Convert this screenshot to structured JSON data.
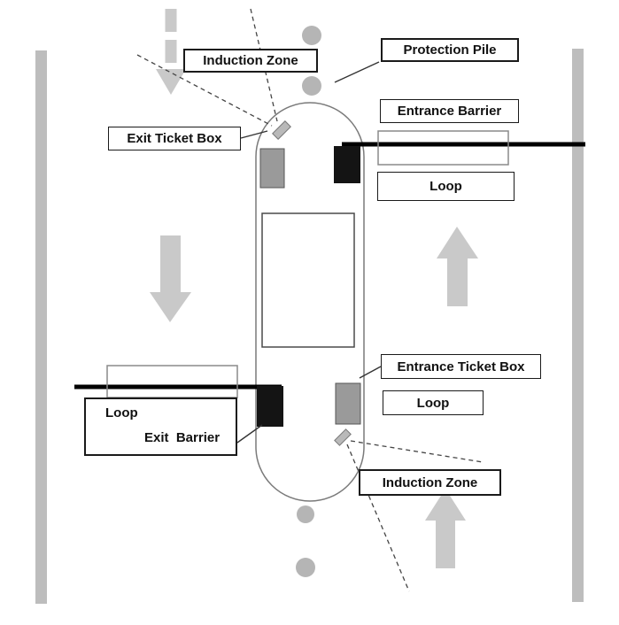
{
  "labels": {
    "induction_zone_top": "Induction Zone",
    "protection_pile": "Protection Pile",
    "entrance_barrier": "Entrance Barrier",
    "exit_ticket_box": "Exit Ticket Box",
    "loop_top": "Loop",
    "entrance_ticket_box": "Entrance Ticket Box",
    "loop_entrance": "Loop",
    "loop_exit": "Loop",
    "exit_barrier": "Exit  Barrier",
    "induction_zone_bottom": "Induction Zone"
  },
  "colors": {
    "traffic_arrow_gray": "#c9c9c9",
    "protection_pile_gray": "#b5b5b5",
    "curb_gray": "#bdbdbd",
    "ticket_machine_gray": "#9a9a9a",
    "barrier_machine_black": "#141414",
    "island_outline_gray": "#7a7a7a",
    "label_border_black": "#1a1a1a"
  }
}
